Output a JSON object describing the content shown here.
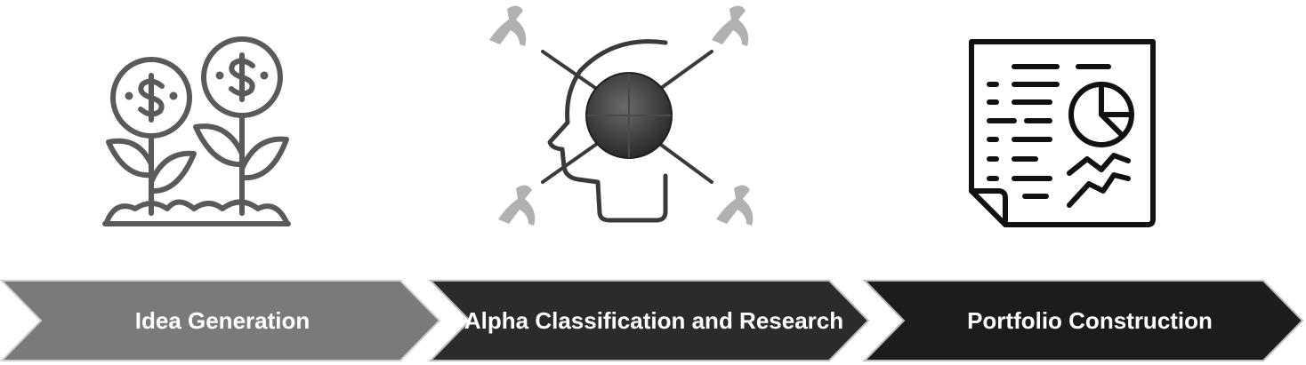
{
  "steps": [
    {
      "label": "Idea Generation",
      "icon": "money-plants-icon",
      "fill": "#7a7a7a"
    },
    {
      "label": "Alpha Classification and Research",
      "icon": "head-crosshair-icon",
      "fill": "#2b2b2b"
    },
    {
      "label": "Portfolio Construction",
      "icon": "report-chart-icon",
      "fill": "#1c1c1c"
    }
  ],
  "colors": {
    "icon_gray": "#5a5a5a",
    "icon_dark": "#111111",
    "figure_gray": "#a8a8a8"
  }
}
